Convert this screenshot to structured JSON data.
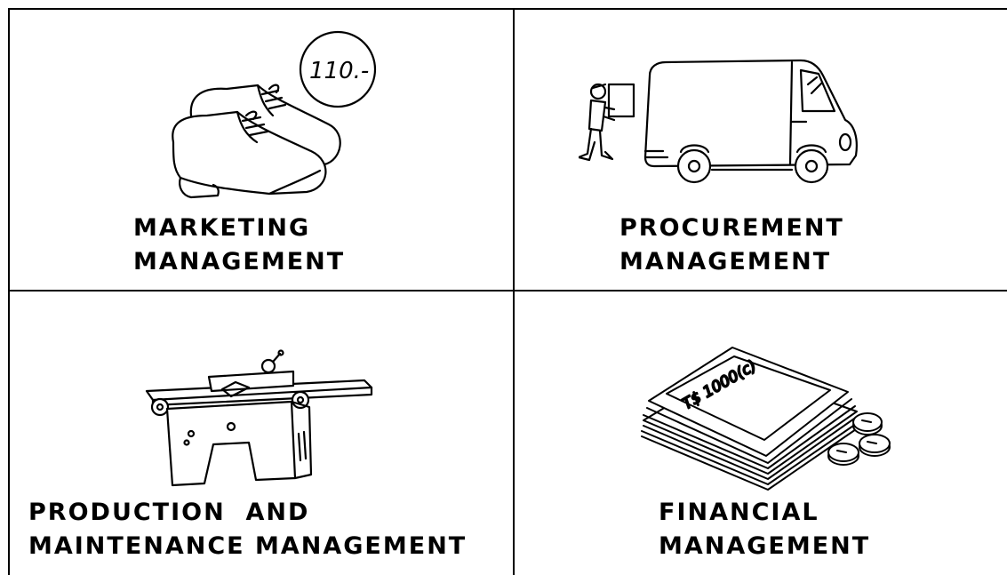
{
  "quadrants": [
    {
      "id": "marketing",
      "caption_line1": "MARKETING",
      "caption_line2": "MANAGEMENT",
      "price_tag": "110.-",
      "illustration": "shoes-icon"
    },
    {
      "id": "procurement",
      "caption_line1": "PROCUREMENT",
      "caption_line2": "MANAGEMENT",
      "illustration": "delivery-van-icon"
    },
    {
      "id": "production",
      "caption_line1": "PRODUCTION  AND",
      "caption_line2": "MAINTENANCE MANAGEMENT",
      "illustration": "planer-machine-icon"
    },
    {
      "id": "financial",
      "caption_line1": "FINANCIAL",
      "caption_line2": "MANAGEMENT",
      "banknote_text": "T$ 1000(c)",
      "illustration": "money-stack-icon"
    }
  ]
}
